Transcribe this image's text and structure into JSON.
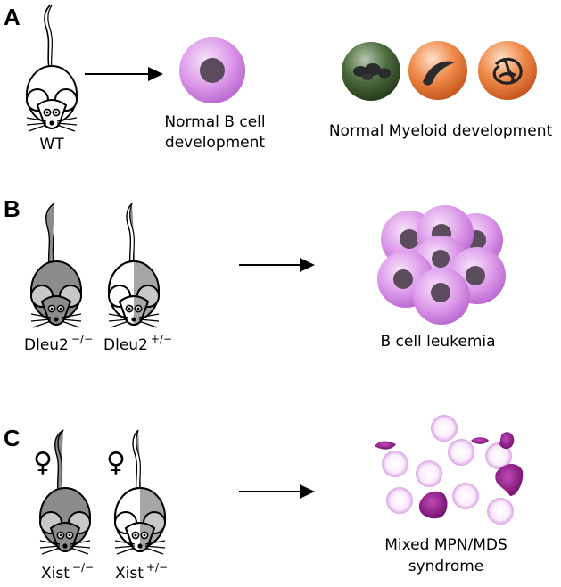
{
  "panels": {
    "a": {
      "letter": "A",
      "mouse_label": "WT",
      "b_cell_caption_line1": "Normal B cell",
      "b_cell_caption_line2": "development",
      "myeloid_caption": "Normal Myeloid development"
    },
    "b": {
      "letter": "B",
      "genotype_1_name": "Dleu2",
      "genotype_1_sup": "−/−",
      "genotype_2_name": "Dleu2",
      "genotype_2_sup": "+/−",
      "outcome_caption": "B cell leukemia"
    },
    "c": {
      "letter": "C",
      "female_symbol": "♀",
      "genotype_1_name": "Xist",
      "genotype_1_sup": "−/−",
      "genotype_2_name": "Xist",
      "genotype_2_sup": "+/−",
      "outcome_caption_line1": "Mixed MPN/MDS",
      "outcome_caption_line2": "syndrome"
    }
  },
  "colors": {
    "mouse_dark_fill": "#8c8c8c",
    "mouse_light_fill": "#ffffff",
    "b_cell": "#d78be6",
    "myeloid_green": "#3d5a32",
    "myeloid_orange": "#e8702a",
    "megakaryocyte_purple": "#8a1a86"
  },
  "icons": [
    "mouse-wt",
    "mouse-knockout",
    "mouse-heterozygous",
    "arrow-right",
    "b-cell",
    "myeloid-cell"
  ]
}
